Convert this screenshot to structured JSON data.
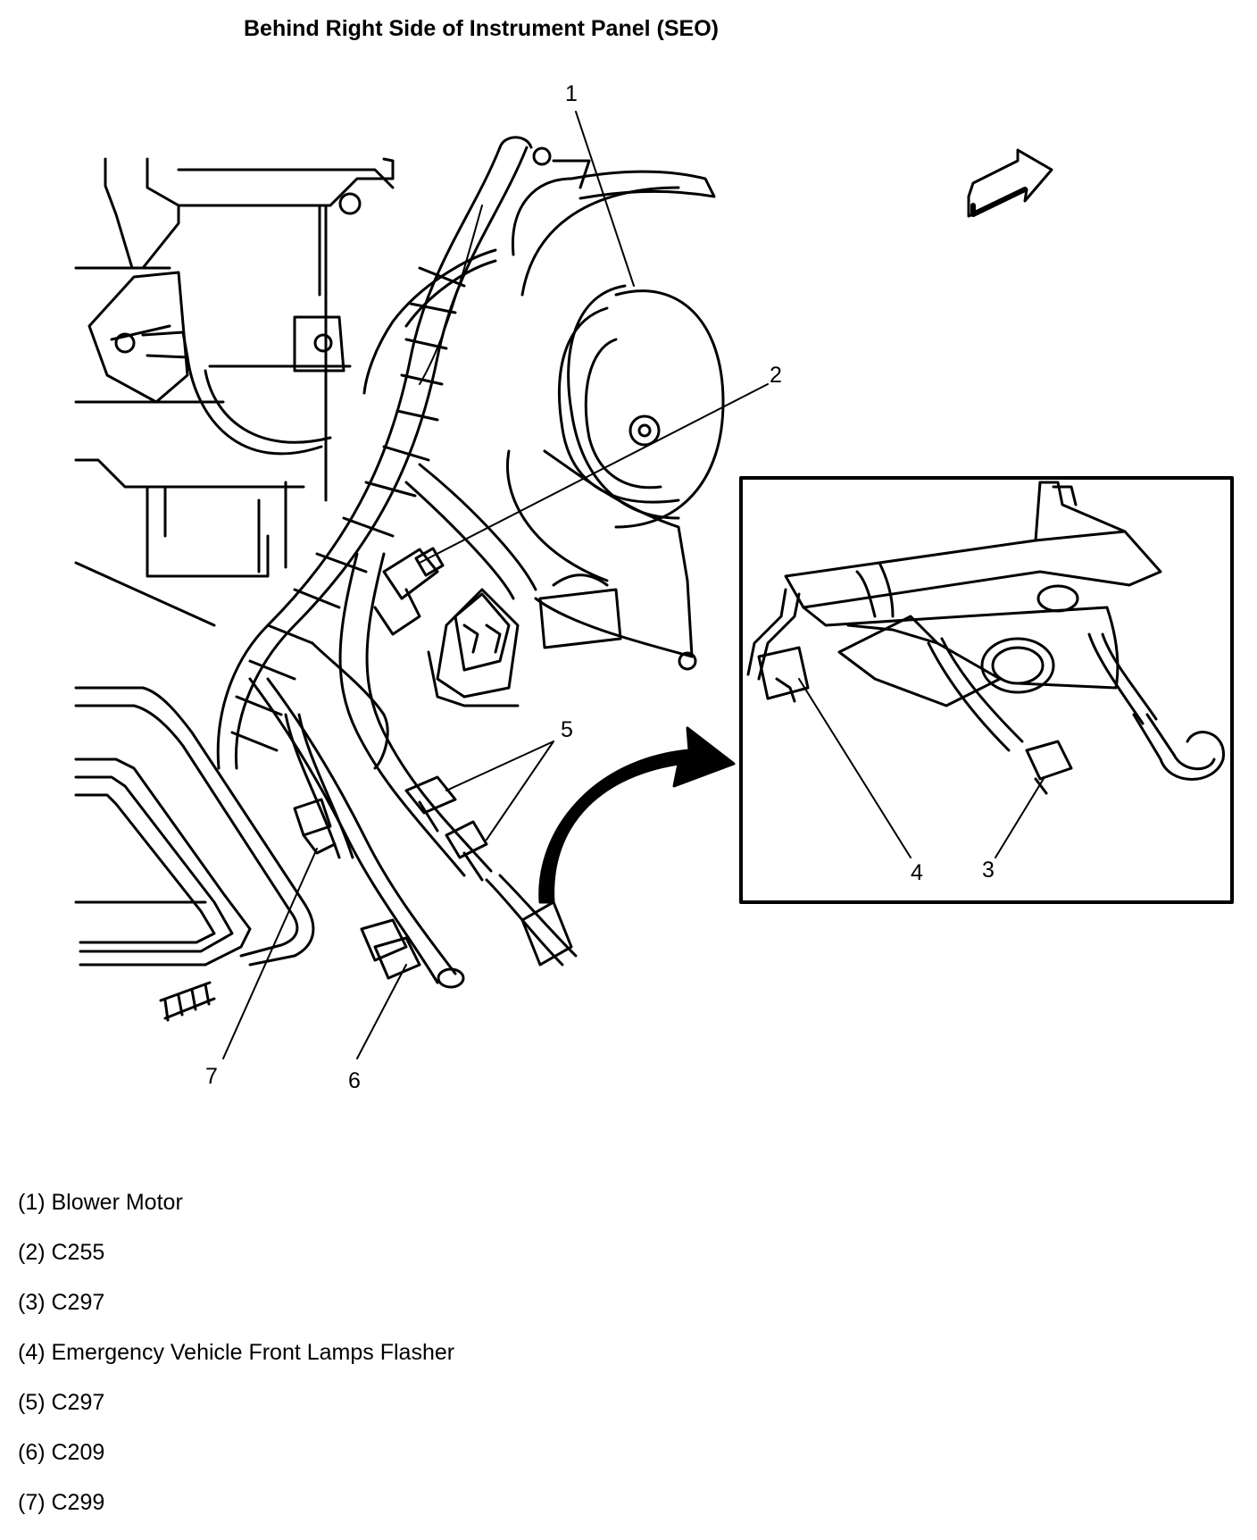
{
  "diagram": {
    "title": "Behind Right Side of Instrument Panel (SEO)",
    "callouts": [
      "1",
      "2",
      "3",
      "4",
      "5",
      "6",
      "7"
    ]
  },
  "legend": {
    "items": [
      "(1) Blower Motor",
      "(2) C255",
      "(3) C297",
      "(4) Emergency Vehicle Front Lamps Flasher",
      "(5) C297",
      "(6) C209",
      "(7) C299"
    ]
  }
}
